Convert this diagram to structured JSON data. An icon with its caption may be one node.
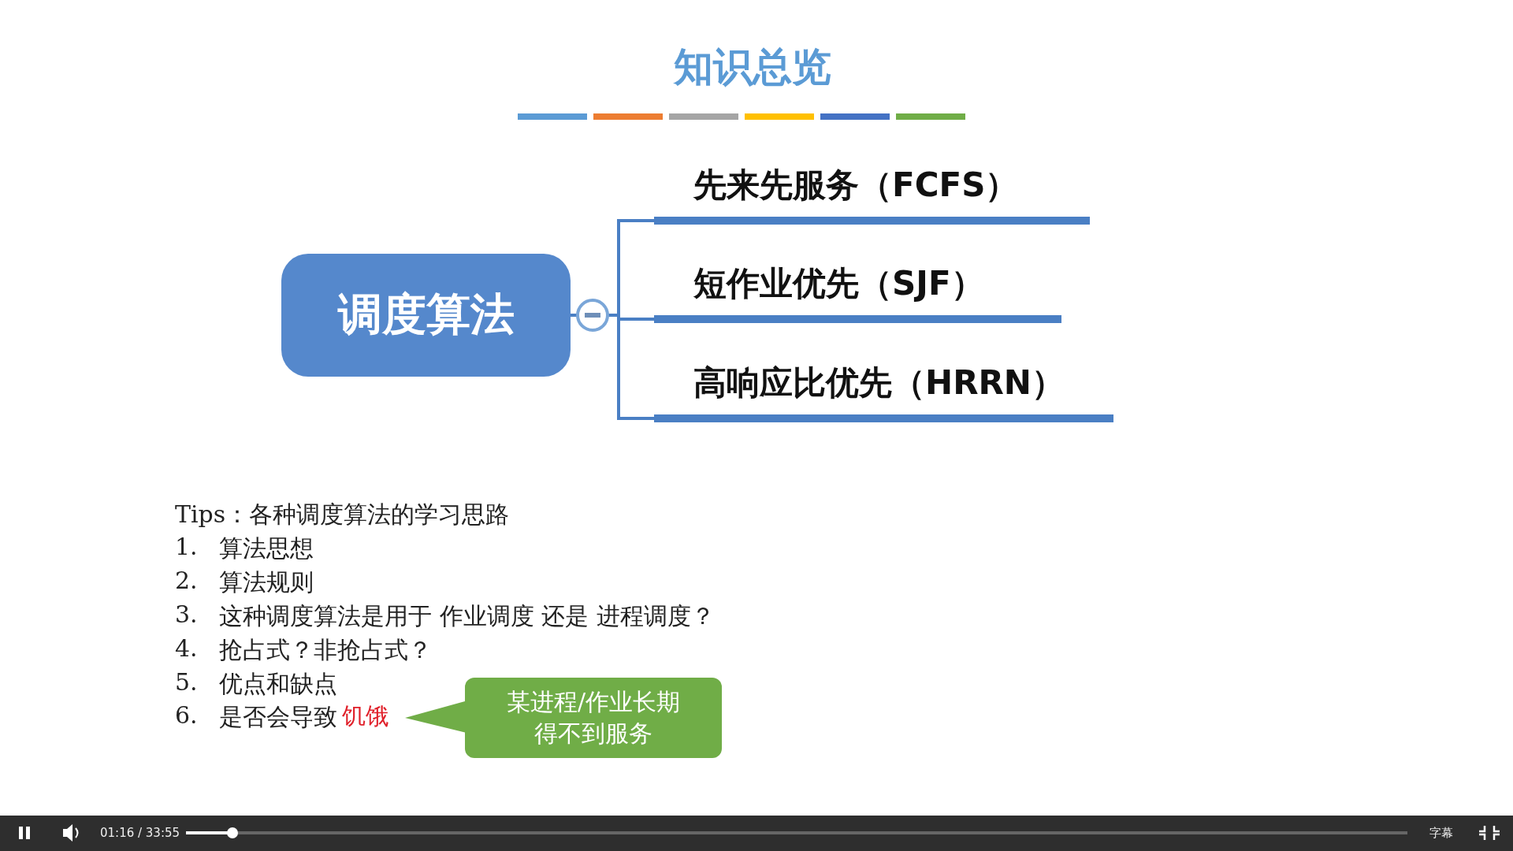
{
  "diagram": {
    "title": "知识总览",
    "nodes": [
      {
        "text": [
          "调度算法"
        ]
      },
      {
        "text": [
          "先来先服务（FCFS）"
        ]
      },
      {
        "text": [
          "短作业优先（SJF）"
        ]
      },
      {
        "text": [
          "高响应比优先（HRRN）"
        ]
      },
      {
        "text": [
          "饥饿"
        ]
      },
      {
        "text": [
          "某进程/作业长期得不到服务"
        ]
      }
    ],
    "edges": [
      {
        "from": 0,
        "to": 1,
        "arrow": "none"
      },
      {
        "from": 0,
        "to": 2,
        "arrow": "none"
      },
      {
        "from": 0,
        "to": 3,
        "arrow": "none"
      },
      {
        "from": 5,
        "to": 4,
        "arrow": "to"
      }
    ],
    "labels": [
      "Tips：各种调度算法的学习思路",
      "1.",
      "算法思想",
      "2.",
      "算法规则",
      "3.",
      "这种调度算法是用于 作业调度 还是 进程调度？",
      "4.",
      "抢占式？非抢占式？",
      "5.",
      "优点和缺点",
      "6.",
      "是否会导致",
      "01:16 / 33:55",
      "字幕"
    ]
  }
}
